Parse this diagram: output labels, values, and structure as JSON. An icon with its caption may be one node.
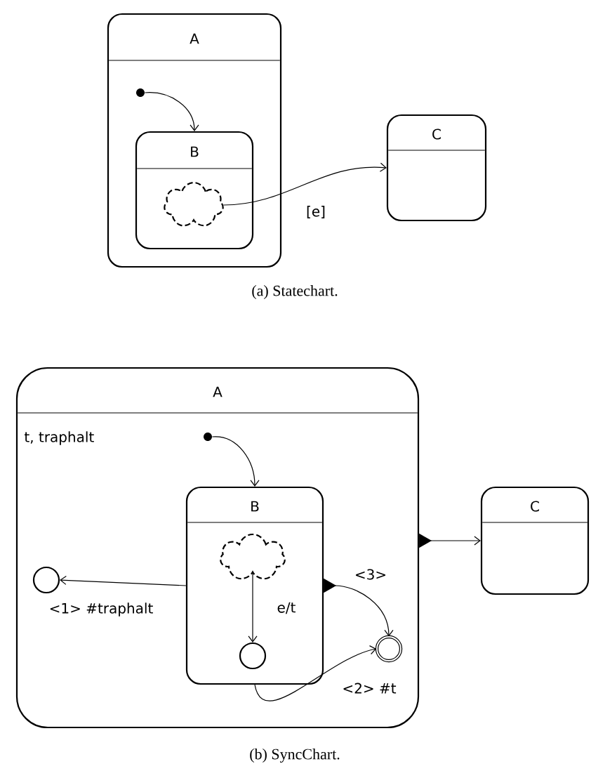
{
  "diagram": {
    "nodes": [
      {
        "text": [
          "A"
        ]
      },
      {
        "text": [],
        "shape": "dot",
        "in": 0
      },
      {
        "text": [
          "B"
        ],
        "in": 0
      },
      {
        "text": [],
        "shape": "cloud",
        "in": 2
      },
      {
        "text": [
          "C"
        ]
      },
      {
        "text": [
          "A",
          "t, traphalt"
        ]
      },
      {
        "text": [],
        "shape": "dot",
        "in": 5
      },
      {
        "text": [
          "B"
        ],
        "in": 5
      },
      {
        "text": [],
        "shape": "cloud",
        "in": 7
      },
      {
        "text": [],
        "shape": "circle",
        "in": 7
      },
      {
        "text": [],
        "shape": "circle",
        "in": 5
      },
      {
        "text": [],
        "shape": "circle",
        "in": 5
      },
      {
        "text": [
          "C"
        ]
      }
    ],
    "edges": [
      {
        "from": 1,
        "to": 2,
        "arrow": "to"
      },
      {
        "from": 3,
        "to": 4,
        "arrow": "to",
        "label": "[e]"
      },
      {
        "from": 6,
        "to": 7,
        "arrow": "to"
      },
      {
        "from": 8,
        "to": 9,
        "arrow": "to",
        "label": "e/t"
      },
      {
        "from": 7,
        "to": 10,
        "arrow": "to",
        "label": "<1> #traphalt"
      },
      {
        "from": 7,
        "to": 11,
        "arrow": "to",
        "label": "<3>"
      },
      {
        "from": 7,
        "to": 11,
        "arrow": "to",
        "label": "<2> #t"
      },
      {
        "from": 5,
        "to": 12,
        "arrow": "to"
      }
    ],
    "labels": [
      "(a) Statechart.",
      "(b) SyncChart."
    ]
  }
}
